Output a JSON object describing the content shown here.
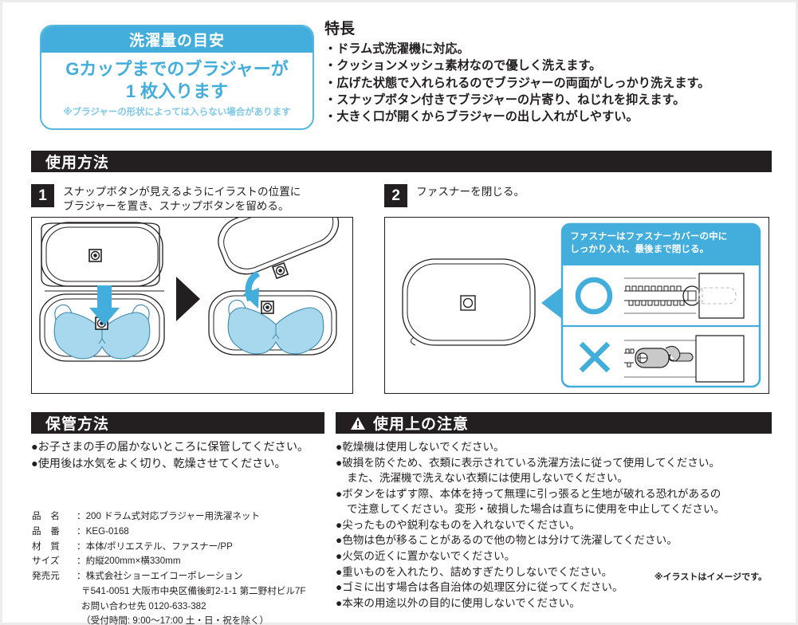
{
  "colors": {
    "brand_blue": "#43addb",
    "light_blue": "#a8d8ee",
    "bar_black": "#231f20",
    "note_blue": "#7ec8e6",
    "page_border": "#ececec"
  },
  "callout": {
    "header": "洗濯量の目安",
    "line1": "Gカップまでのブラジャーが",
    "line2": "1 枚入ります",
    "note": "※ブラジャーの形状によっては入らない場合があります"
  },
  "features": {
    "title": "特長",
    "items": [
      "・ドラム式洗濯機に対応。",
      "・クッションメッシュ素材なので優しく洗えます。",
      "・広げた状態で入れられるのでブラジャーの両面がしっかり洗えます。",
      "・スナップボタン付きでブラジャーの片寄り、ねじれを抑えます。",
      "・大きく口が開くからブラジャーの出し入れがしやすい。"
    ]
  },
  "usage": {
    "bar_label": "使用方法",
    "steps": [
      {
        "number": "1",
        "text_line1": "スナップボタンが見えるようにイラストの位置に",
        "text_line2": "ブラジャーを置き、スナップボタンを留める。"
      },
      {
        "number": "2",
        "text_line1": "ファスナーを閉じる。",
        "text_line2": ""
      }
    ],
    "zipper_callout": {
      "line1": "ファスナーはファスナーカバーの中に",
      "line2": "しっかり入れ、最後まで閉じる。",
      "good_mark": "○",
      "bad_mark": "×"
    },
    "illustration_note": "※イラストはイメージです。"
  },
  "storage": {
    "bar_label": "保管方法",
    "items": [
      "●お子さまの手の届かないところに保管してください。",
      "●使用後は水気をよく切り、乾燥させてください。"
    ]
  },
  "specs": {
    "rows": [
      {
        "key": "品　名",
        "value": "200 ドラム式対応ブラジャー用洗濯ネット"
      },
      {
        "key": "品　番",
        "value": "KEG-0168"
      },
      {
        "key": "材　質",
        "value": "本体/ポリエステル、ファスナー/PP"
      },
      {
        "key": "サイズ",
        "value": "約縦200mm×横330mm"
      },
      {
        "key": "発売元",
        "value": "株式会社ショーエイコーポレーション"
      }
    ],
    "extra_lines": [
      "〒541-0051 大阪市中央区備後町2-1-1 第二野村ビル7F",
      "お問い合わせ先 0120-633-382",
      "（受付時間: 9:00〜17:00 土・日・祝を除く）"
    ]
  },
  "caution": {
    "bar_label": "使用上の注意",
    "warn_icon": "warning-triangle-icon",
    "items": [
      {
        "main": "●乾燥機は使用しないでください。",
        "cont": ""
      },
      {
        "main": "●破損を防ぐため、衣類に表示されている洗濯方法に従って使用してください。",
        "cont": "また、洗濯機で洗えない衣類には使用しないでください。"
      },
      {
        "main": "●ボタンをはずす際、本体を持って無理に引っ張ると生地が破れる恐れがあるの",
        "cont": "で注意してください。変形・破損した場合は直ちに使用を中止してください。"
      },
      {
        "main": "●尖ったものや鋭利なものを入れないでください。",
        "cont": ""
      },
      {
        "main": "●色物は色が移ることがあるので他の物とは分けて洗濯してください。",
        "cont": ""
      },
      {
        "main": "●火気の近くに置かないでください。",
        "cont": ""
      },
      {
        "main": "●重いものを入れたり、詰めすぎたりしないでください。",
        "cont": ""
      },
      {
        "main": "●ゴミに出す場合は各自治体の処理区分に従ってください。",
        "cont": ""
      },
      {
        "main": "●本来の用途以外の目的に使用しないでください。",
        "cont": ""
      }
    ]
  }
}
